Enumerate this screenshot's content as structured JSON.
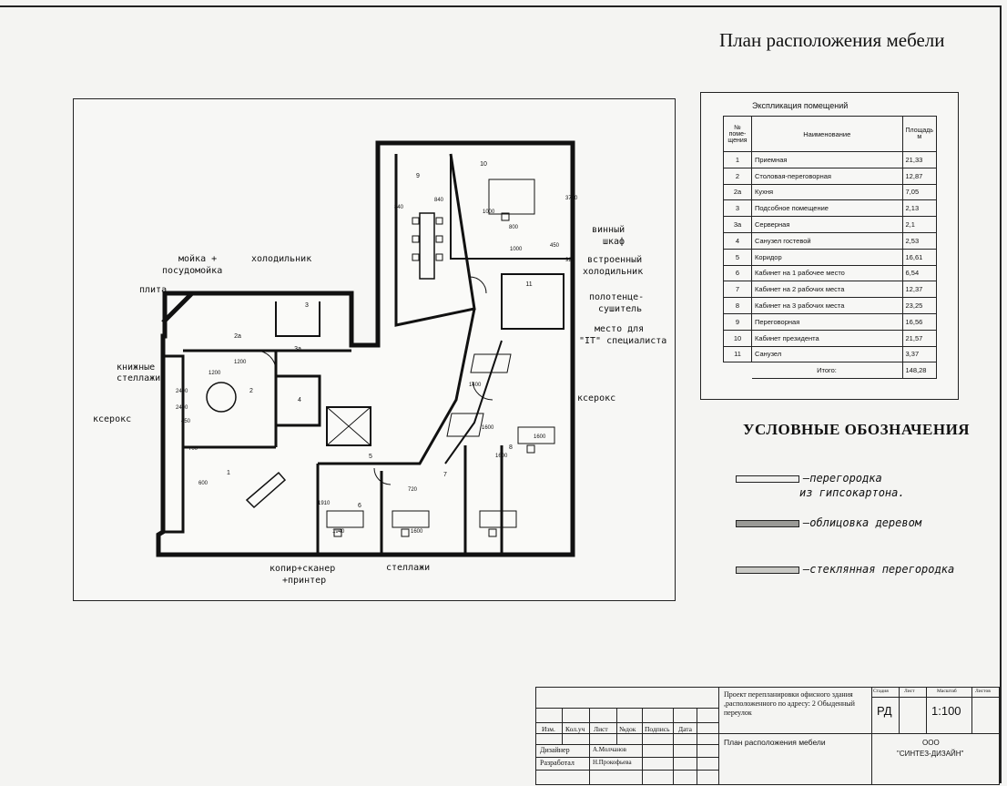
{
  "page_title": "План расположения мебели",
  "explication": {
    "title": "Экспликация помещений",
    "headers": {
      "num": "№ поме- щения",
      "name": "Наименование",
      "area": "Площадь м"
    },
    "rows": [
      {
        "num": "1",
        "name": "Приемная",
        "area": "21,33"
      },
      {
        "num": "2",
        "name": "Столовая-переговорная",
        "area": "12,87"
      },
      {
        "num": "2а",
        "name": "Кухня",
        "area": "7,05"
      },
      {
        "num": "3",
        "name": "Подсобное помещение",
        "area": "2,13"
      },
      {
        "num": "3а",
        "name": "Серверная",
        "area": "2,1"
      },
      {
        "num": "4",
        "name": "Санузел гостевой",
        "area": "2,53"
      },
      {
        "num": "5",
        "name": "Коридор",
        "area": "16,61"
      },
      {
        "num": "6",
        "name": "Кабинет на 1 рабочее место",
        "area": "6,54"
      },
      {
        "num": "7",
        "name": "Кабинет на 2 рабочих места",
        "area": "12,37"
      },
      {
        "num": "8",
        "name": "Кабинет на 3 рабочих места",
        "area": "23,25"
      },
      {
        "num": "9",
        "name": "Переговорная",
        "area": "16,56"
      },
      {
        "num": "10",
        "name": "Кабинет президента",
        "area": "21,57"
      },
      {
        "num": "11",
        "name": "Санузел",
        "area": "3,37"
      }
    ],
    "total_label": "Итого:",
    "total_value": "148,28"
  },
  "legend": {
    "title": "УСЛОВНЫЕ ОБОЗНАЧЕНИЯ",
    "items": [
      {
        "text1": "–перегородка",
        "text2": "из гипсокартона.",
        "color": "#f0f0ee"
      },
      {
        "text1": "–облицовка деревом",
        "text2": "",
        "color": "#9a9a96"
      },
      {
        "text1": "–стеклянная перегородка",
        "text2": "",
        "color": "#c8c8c4"
      }
    ]
  },
  "callouts": {
    "sink": "мойка +",
    "dishwasher": "посудомойка",
    "fridge": "холодильник",
    "stove": "плита",
    "shelves1": "книжные",
    "shelves2": "стеллажи",
    "xerox_left": "ксерокс",
    "xerox_right": "ксерокс",
    "wine1": "винный",
    "wine2": "шкаф",
    "builtin1": "встроенный",
    "builtin2": "холодильник",
    "towel1": "полотенце-",
    "towel2": "сушитель",
    "it1": "место для",
    "it2": "\"IT\" специалиста",
    "copier1": "копир+сканер",
    "copier2": "+принтер",
    "racks": "стеллажи"
  },
  "room_labels": [
    "1",
    "2",
    "2а",
    "3",
    "3а",
    "4",
    "5",
    "6",
    "7",
    "8",
    "9",
    "10",
    "11"
  ],
  "dimensions": [
    "1200",
    "1200",
    "2400",
    "450",
    "600",
    "700",
    "840",
    "840",
    "1000",
    "1400",
    "1600",
    "1600",
    "1600",
    "1940",
    "1600",
    "3760",
    "450",
    "920",
    "800",
    "1910",
    "720",
    "1000",
    "2400"
  ],
  "titleblock": {
    "headers": [
      "Изм.",
      "Кол.уч",
      "Лист",
      "№док",
      "Подпись",
      "Дата"
    ],
    "designer_role": "Дизайнер",
    "designer_name": "А.Молчанов",
    "developer_role": "Разработал",
    "developer_name": "Н.Прокофьева",
    "project": "Проект перепланировки офисного здания ,расположенного по адресу: 2 Обыденный переулок",
    "sheet_title": "План расположения мебели",
    "stage_label": "Стадия",
    "sheet_label": "Лист",
    "scale_label": "Масштаб",
    "sheets_label": "Листов",
    "stage_value": "РД",
    "scale_value": "1:100",
    "org1": "ООО",
    "org2": "\"СИНТЕЗ-ДИЗАЙН\""
  }
}
